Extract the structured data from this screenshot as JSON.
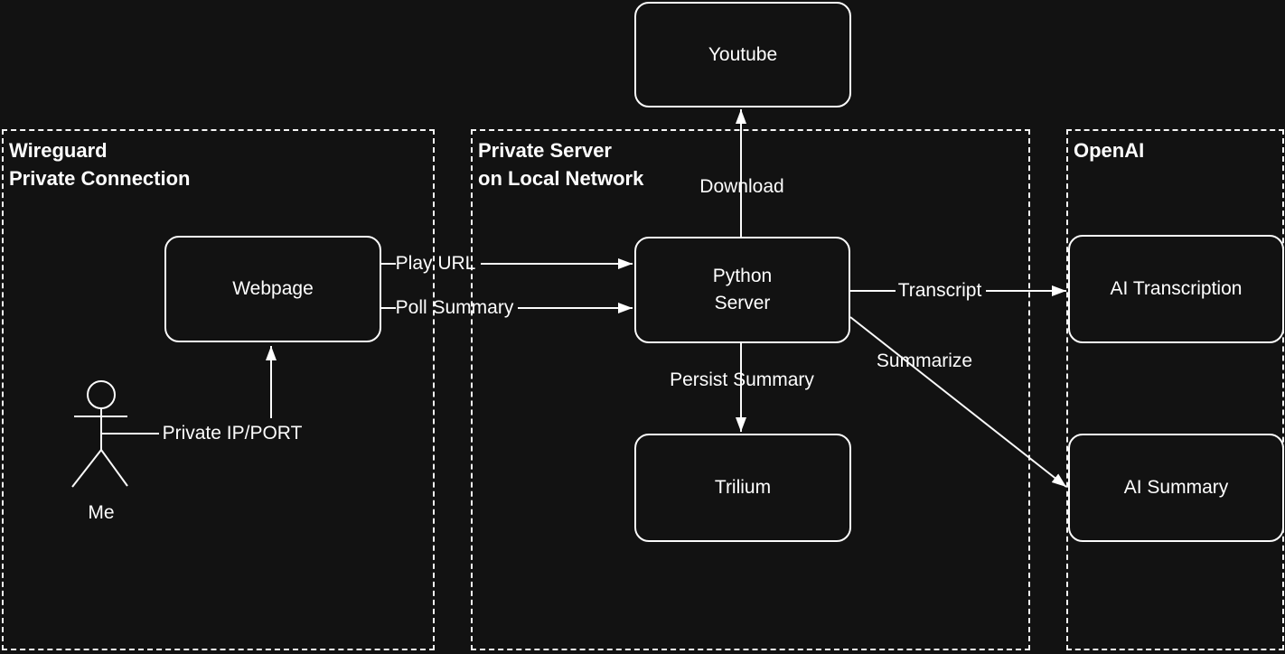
{
  "colors": {
    "background": "#121212",
    "stroke": "#ffffff",
    "text": "#ffffff"
  },
  "containers": [
    {
      "id": "wireguard",
      "title": "Wireguard\nPrivate Connection"
    },
    {
      "id": "private-server",
      "title": "Private Server\non Local Network"
    },
    {
      "id": "openai",
      "title": "OpenAI"
    }
  ],
  "nodes": [
    {
      "id": "youtube",
      "label": "Youtube"
    },
    {
      "id": "webpage",
      "label": "Webpage"
    },
    {
      "id": "python-server",
      "label": "Python\nServer"
    },
    {
      "id": "trilium",
      "label": "Trilium"
    },
    {
      "id": "ai-transcription",
      "label": "AI Transcription"
    },
    {
      "id": "ai-summary",
      "label": "AI Summary"
    }
  ],
  "actor": {
    "id": "me",
    "label": "Me"
  },
  "edges": [
    {
      "id": "download",
      "label": "Download",
      "from": "python-server",
      "to": "youtube"
    },
    {
      "id": "play-url",
      "label": "Play URL",
      "from": "webpage",
      "to": "python-server"
    },
    {
      "id": "poll-summary",
      "label": "Poll Summary",
      "from": "webpage",
      "to": "python-server"
    },
    {
      "id": "persist-summary",
      "label": "Persist Summary",
      "from": "python-server",
      "to": "trilium"
    },
    {
      "id": "transcript",
      "label": "Transcript",
      "from": "python-server",
      "to": "ai-transcription"
    },
    {
      "id": "summarize",
      "label": "Summarize",
      "from": "python-server",
      "to": "ai-summary"
    },
    {
      "id": "private-ip-port",
      "label": "Private IP/PORT",
      "from": "me",
      "to": "webpage"
    }
  ]
}
